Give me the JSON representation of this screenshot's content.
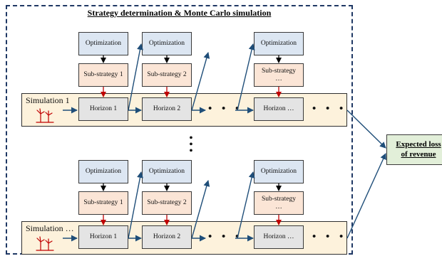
{
  "diagram": {
    "title": "Strategy determination & Monte Carlo simulation",
    "simulations": [
      {
        "label": "Simulation  1",
        "steps": [
          {
            "optimization": "Optimization",
            "substrategy": "Sub-strategy  1",
            "horizon": "Horizon  1"
          },
          {
            "optimization": "Optimization",
            "substrategy": "Sub-strategy  2",
            "horizon": "Horizon  2"
          },
          {
            "optimization": "Optimization",
            "substrategy": "Sub-strategy\n…",
            "horizon": "Horizon  …"
          }
        ]
      },
      {
        "label": "Simulation  …",
        "steps": [
          {
            "optimization": "Optimization",
            "substrategy": "Sub-strategy  1",
            "horizon": "Horizon  1"
          },
          {
            "optimization": "Optimization",
            "substrategy": "Sub-strategy  2",
            "horizon": "Horizon  2"
          },
          {
            "optimization": "Optimization",
            "substrategy": "Sub-strategy\n…",
            "horizon": "Horizon  …"
          }
        ]
      }
    ],
    "ellipsis_horizontal": "• • •",
    "ellipsis_vertical": "⋮",
    "result": {
      "line1": "Expected loss",
      "line2": "of revenue"
    },
    "colors": {
      "optimization_fill": "#dce6f2",
      "substrategy_fill": "#fbe5d6",
      "horizon_fill": "#e4e4e4",
      "simulation_band_fill": "#fdf2dc",
      "result_fill": "#e2efd9",
      "flow_arrow": "#1f4e79",
      "control_arrow": "#c00000",
      "decision_arrow": "#000000",
      "wind_icon": "#c00000"
    },
    "icons": [
      "wind-turbine-icon"
    ]
  }
}
